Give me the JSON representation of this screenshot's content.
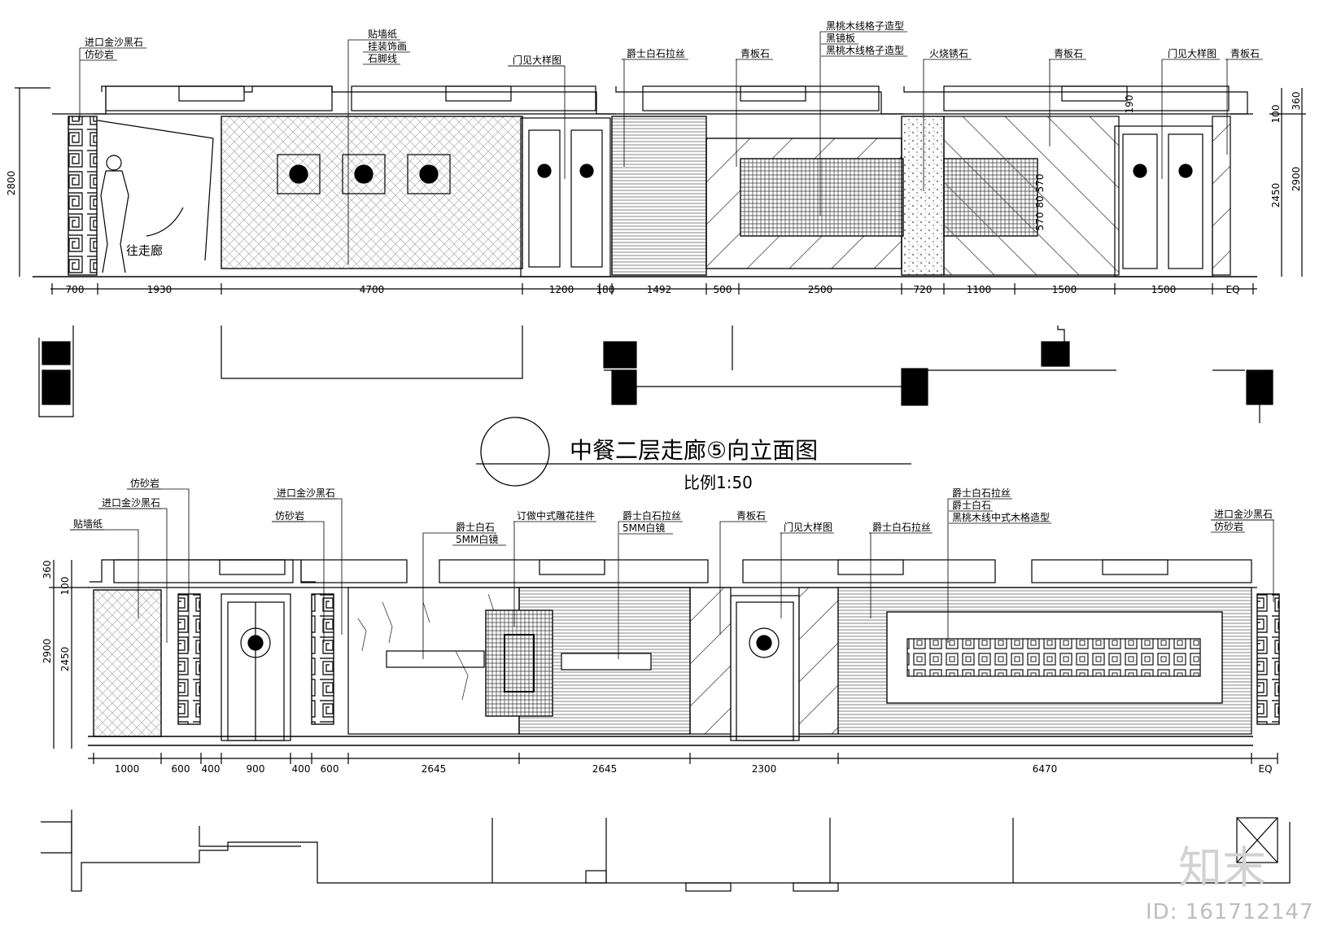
{
  "title": "中餐二层走廊⑤向立面图",
  "scale": "比例1:50",
  "watermark": {
    "logo": "知末",
    "id": "ID: 161712147"
  },
  "top_elevation": {
    "labels": [
      [
        "进口金沙黑石",
        "仿砂岩"
      ],
      [
        "贴墙纸",
        "挂装饰画",
        "石脚线"
      ],
      [
        "门见大样图"
      ],
      [
        "爵士白石拉丝"
      ],
      [
        "青板石"
      ],
      [
        "黑桃木线格子造型",
        "黑镜板",
        "黑桃木线格子造型"
      ],
      [
        "火烧锈石"
      ],
      [
        "青板石"
      ],
      [
        "门见大样图"
      ],
      [
        "青板石"
      ]
    ],
    "corridor_text": "往走廊",
    "dims": [
      "700",
      "1930",
      "4700",
      "1200",
      "180",
      "1492",
      "500",
      "2500",
      "720",
      "1100",
      "1500",
      "1500",
      "EQ"
    ],
    "left_height": "2800",
    "right_heights": [
      "360",
      "100",
      "190",
      "2450",
      "2900"
    ],
    "inner_heights": [
      "570",
      "80",
      "570"
    ]
  },
  "bottom_elevation": {
    "labels": [
      [
        "贴墙纸"
      ],
      [
        "进口金沙黑石"
      ],
      [
        "仿砂岩"
      ],
      [
        "进口金沙黑石"
      ],
      [
        "仿砂岩"
      ],
      [
        "爵士白石",
        "5MM白镜"
      ],
      [
        "订做中式雕花挂件"
      ],
      [
        "爵士白石拉丝",
        "5MM白镜"
      ],
      [
        "青板石"
      ],
      [
        "门见大样图"
      ],
      [
        "爵士白石拉丝"
      ],
      [
        "爵士白石拉丝",
        "爵士白石",
        "黑桃木线中式木格造型"
      ],
      [
        "进口金沙黑石",
        "仿砂岩"
      ]
    ],
    "dims": [
      "1000",
      "600",
      "400",
      "900",
      "400",
      "600",
      "2645",
      "2645",
      "2300",
      "6470",
      "EQ"
    ],
    "left_heights": [
      "360",
      "100",
      "2900",
      "2450"
    ]
  }
}
